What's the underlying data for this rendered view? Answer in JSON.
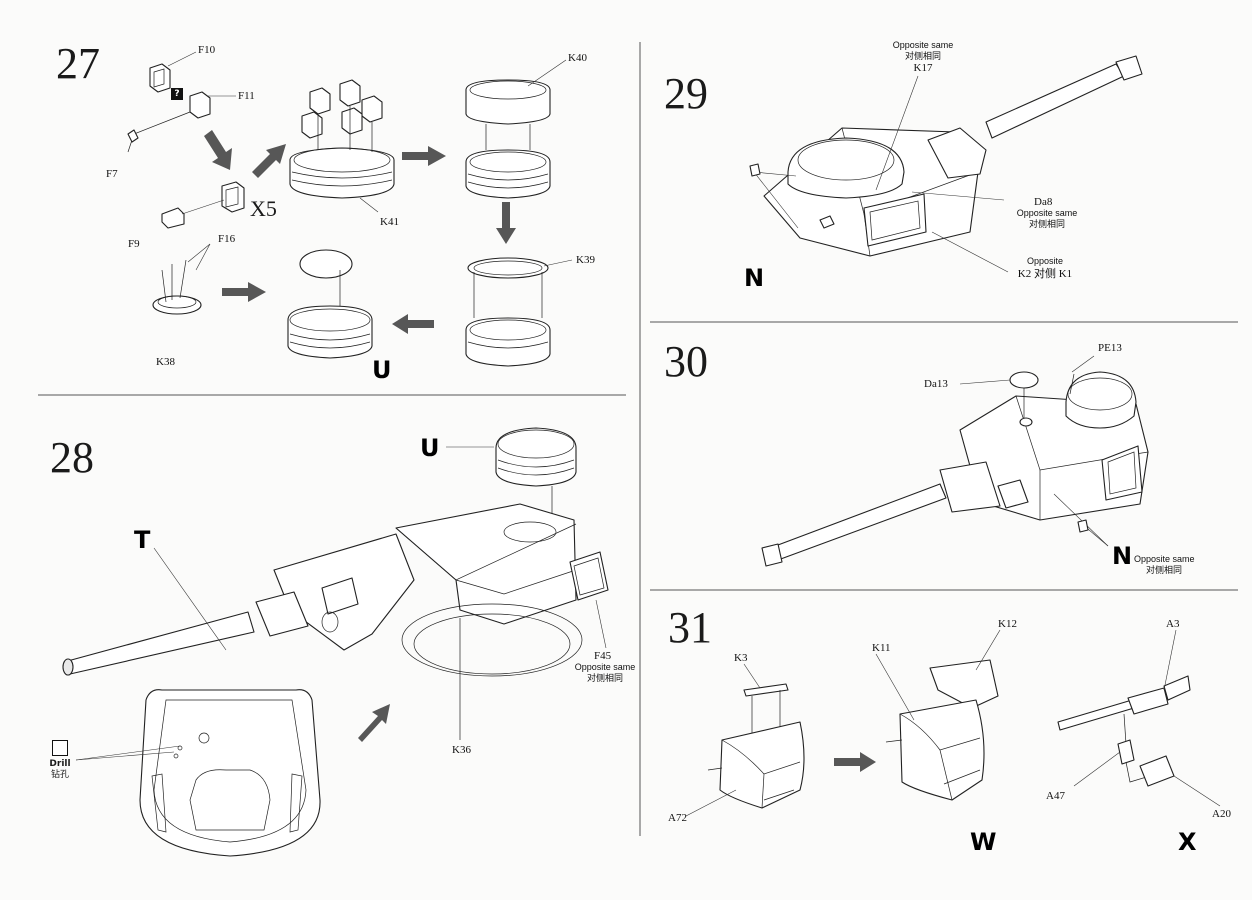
{
  "steps": {
    "s27": {
      "number": "27",
      "labels": {
        "f10": "F10",
        "f11": "F11",
        "f7": "F7",
        "f9": "F9",
        "f16": "F16",
        "k38": "K38",
        "k41": "K41",
        "k40": "K40",
        "k39": "K39",
        "u": "U"
      },
      "multiplier": "X5",
      "note_icon": "?"
    },
    "s28": {
      "number": "28",
      "labels": {
        "u": "U",
        "t": "T",
        "f45": "F45",
        "opposite_en": "Opposite same",
        "opposite_cn": "对侧相同",
        "k36": "K36"
      },
      "drill_en": "Drill",
      "drill_cn": "钻孔"
    },
    "s29": {
      "number": "29",
      "labels": {
        "top_en": "Opposite same",
        "top_cn": "对侧相同",
        "k17": "K17",
        "da8": "Da8",
        "mid_en": "Opposite same",
        "mid_cn": "对侧相同",
        "bot_en": "Opposite",
        "bot_line": "K2 对侧 K1",
        "n": "N"
      }
    },
    "s30": {
      "number": "30",
      "labels": {
        "pe13": "PE13",
        "da13": "Da13",
        "n": "N",
        "opp_en": "Opposite same",
        "opp_cn": "对侧相同"
      }
    },
    "s31": {
      "number": "31",
      "labels": {
        "k3": "K3",
        "k11": "K11",
        "k12": "K12",
        "a72": "A72",
        "a3": "A3",
        "a47": "A47",
        "a20": "A20",
        "w": "W",
        "x": "X"
      }
    }
  }
}
